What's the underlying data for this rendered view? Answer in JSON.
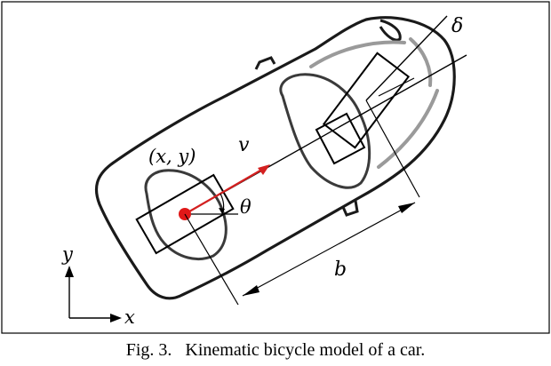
{
  "labels": {
    "position": "(x, y)",
    "velocity": "v",
    "heading": "θ",
    "steering": "δ",
    "wheelbase": "b",
    "axis_x": "x",
    "axis_y": "y"
  },
  "caption": {
    "prefix": "Fig. 3.",
    "text": "Kinematic bicycle model of a car."
  },
  "colors": {
    "velocity_vector": "#d42020",
    "rear_axle_point": "#e01818",
    "car_outline": "#1a1a1a",
    "window_lines": "#9a9a9a"
  }
}
